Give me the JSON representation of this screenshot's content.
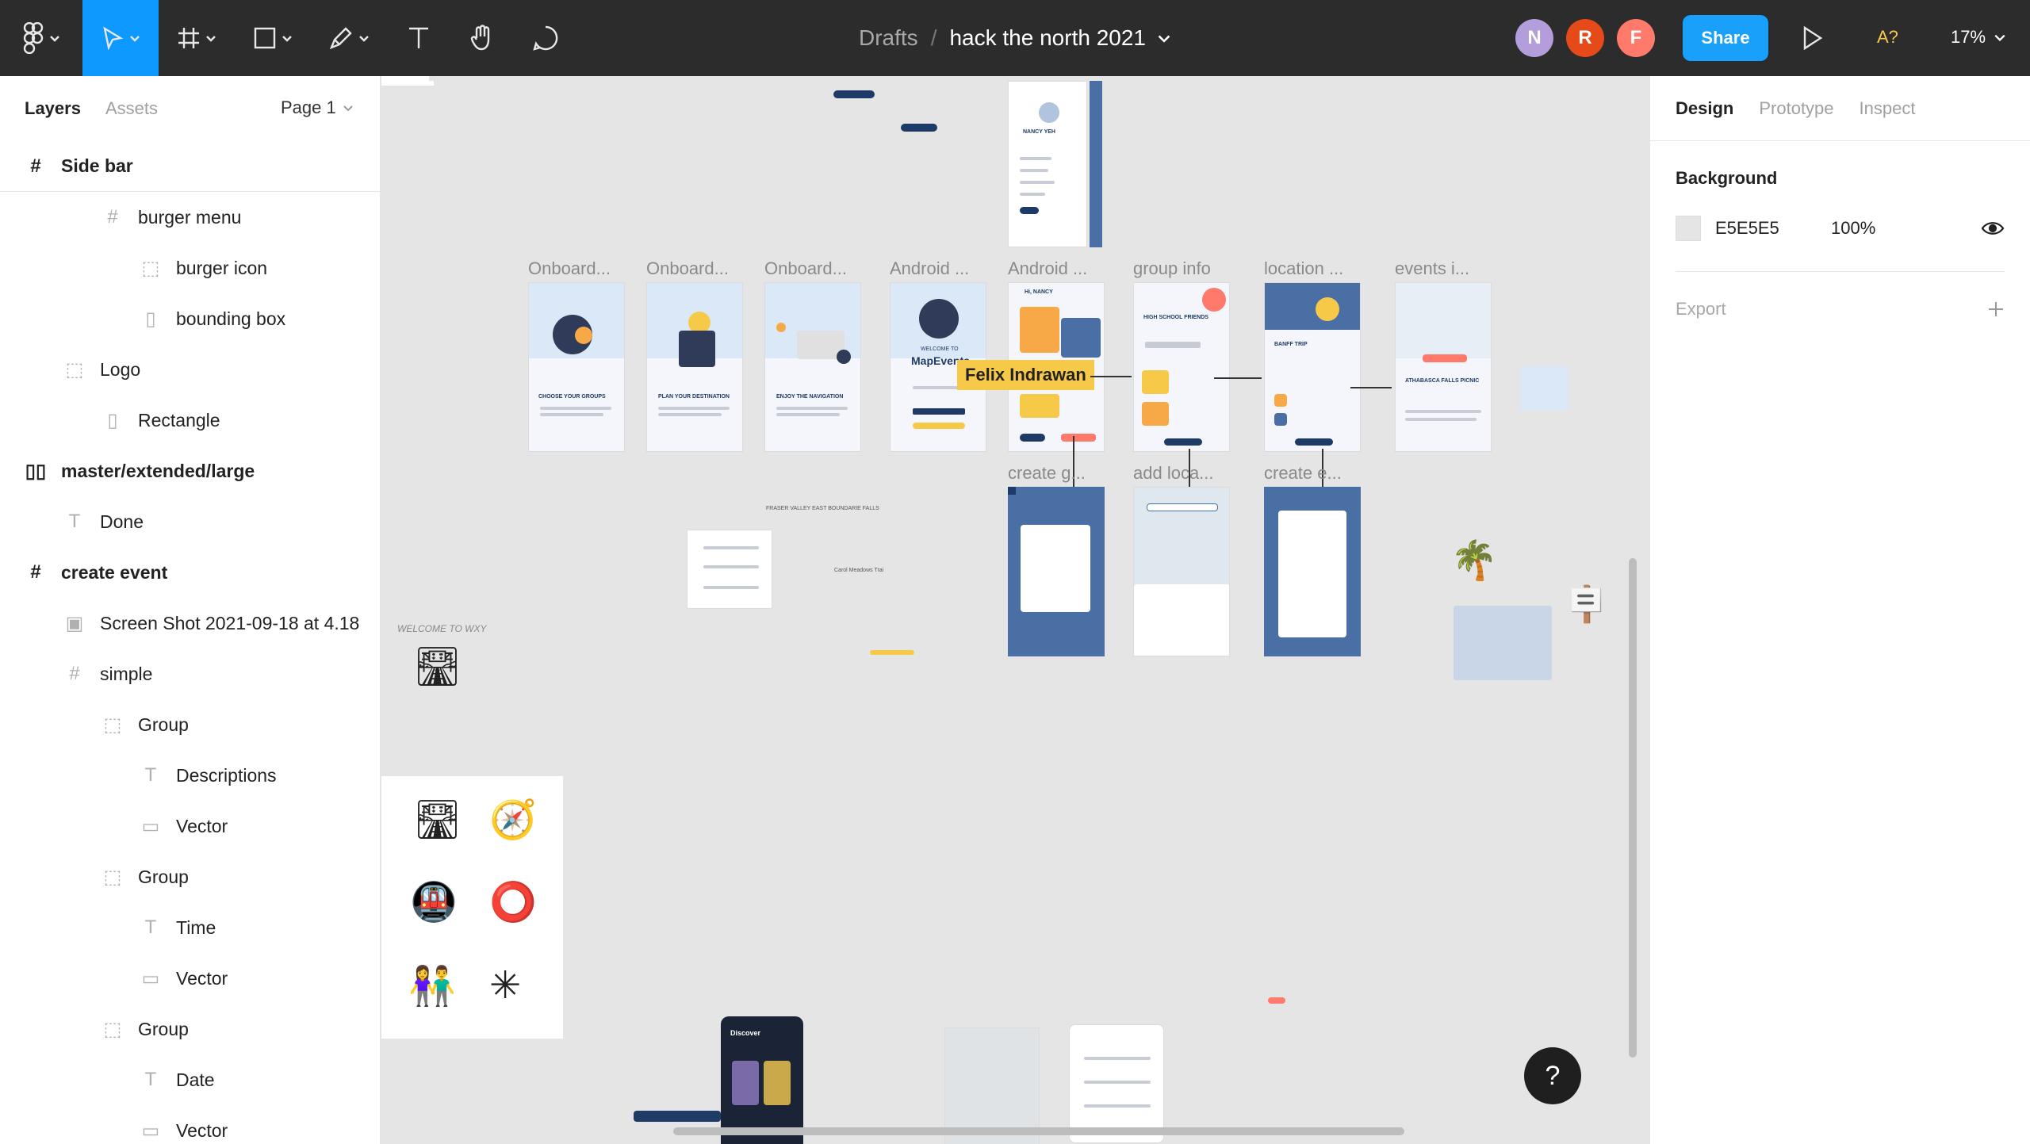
{
  "toolbar": {
    "breadcrumb_parent": "Drafts",
    "breadcrumb_separator": "/",
    "file_name": "hack the north 2021",
    "avatars": [
      {
        "initial": "N",
        "color": "#b39ddb"
      },
      {
        "initial": "R",
        "color": "#e64a19"
      },
      {
        "initial": "F",
        "color": "#ff7a6b"
      }
    ],
    "share_label": "Share",
    "a11y_label": "A?",
    "zoom": "17%",
    "accent": "#0d99ff",
    "icons": [
      "figma-menu-icon",
      "move-tool-icon",
      "frame-tool-icon",
      "rectangle-tool-icon",
      "pen-tool-icon",
      "text-tool-icon",
      "hand-tool-icon",
      "comment-tool-icon",
      "play-icon"
    ]
  },
  "left_panel": {
    "tabs": [
      "Layers",
      "Assets"
    ],
    "page": "Page 1",
    "layers": [
      {
        "label": "Side bar",
        "icon": "frame-icon",
        "bold": true
      },
      {
        "label": "burger menu",
        "icon": "frame-icon",
        "bold": false
      },
      {
        "label": "burger icon",
        "icon": "group-icon",
        "bold": false
      },
      {
        "label": "bounding box",
        "icon": "rectangle-icon",
        "bold": false
      },
      {
        "label": "Logo",
        "icon": "group-icon",
        "bold": false
      },
      {
        "label": "Rectangle",
        "icon": "rectangle-icon",
        "bold": false
      },
      {
        "label": "master/extended/large",
        "icon": "component-icon",
        "bold": true
      },
      {
        "label": "Done",
        "icon": "text-icon",
        "bold": false
      },
      {
        "label": "create event",
        "icon": "frame-icon",
        "bold": true
      },
      {
        "label": "Screen Shot 2021-09-18 at 4.18",
        "icon": "image-icon",
        "bold": false
      },
      {
        "label": "simple",
        "icon": "frame-icon",
        "bold": false
      },
      {
        "label": "Group",
        "icon": "group-icon",
        "bold": false
      },
      {
        "label": "Descriptions",
        "icon": "text-icon",
        "bold": false
      },
      {
        "label": "Vector",
        "icon": "vector-icon",
        "bold": false
      },
      {
        "label": "Group",
        "icon": "group-icon",
        "bold": false
      },
      {
        "label": "Time",
        "icon": "text-icon",
        "bold": false
      },
      {
        "label": "Vector",
        "icon": "vector-icon",
        "bold": false
      },
      {
        "label": "Group",
        "icon": "group-icon",
        "bold": false
      },
      {
        "label": "Date",
        "icon": "text-icon",
        "bold": false
      },
      {
        "label": "Vector",
        "icon": "vector-icon",
        "bold": false
      }
    ]
  },
  "right_panel": {
    "tabs": [
      "Design",
      "Prototype",
      "Inspect"
    ],
    "background_title": "Background",
    "background_hex": "E5E5E5",
    "background_opacity": "100%",
    "export_label": "Export"
  },
  "canvas": {
    "frame_labels": [
      "Onboard...",
      "Onboard...",
      "Onboard...",
      "Android ...",
      "Android ...",
      "group info",
      "location ...",
      "events i...",
      "create g...",
      "add loca...",
      "create e..."
    ],
    "cursor_tag": "Felix Indrawan",
    "onboarding_captions": [
      "CHOOSE YOUR GROUPS",
      "PLAN YOUR DESTINATION",
      "ENJOY THE NAVIGATION"
    ],
    "app_name": "MapEvents",
    "welcome_text": "WELCOME TO",
    "profile_name": "NANCY YEH",
    "greeting": "Hi, NANCY",
    "group_title": "HIGH SCHOOL FRIENDS",
    "trip_title": "BANFF TRIP",
    "event_title": "ATHABASCA FALLS PICNIC",
    "note_text": "FRASER VALLEY EAST BOUNDARIE FALLS",
    "meadows_text": "Carol Meadows Trai",
    "welcome_small": "WELCOME TO WXY",
    "discover_title": "Discover"
  }
}
